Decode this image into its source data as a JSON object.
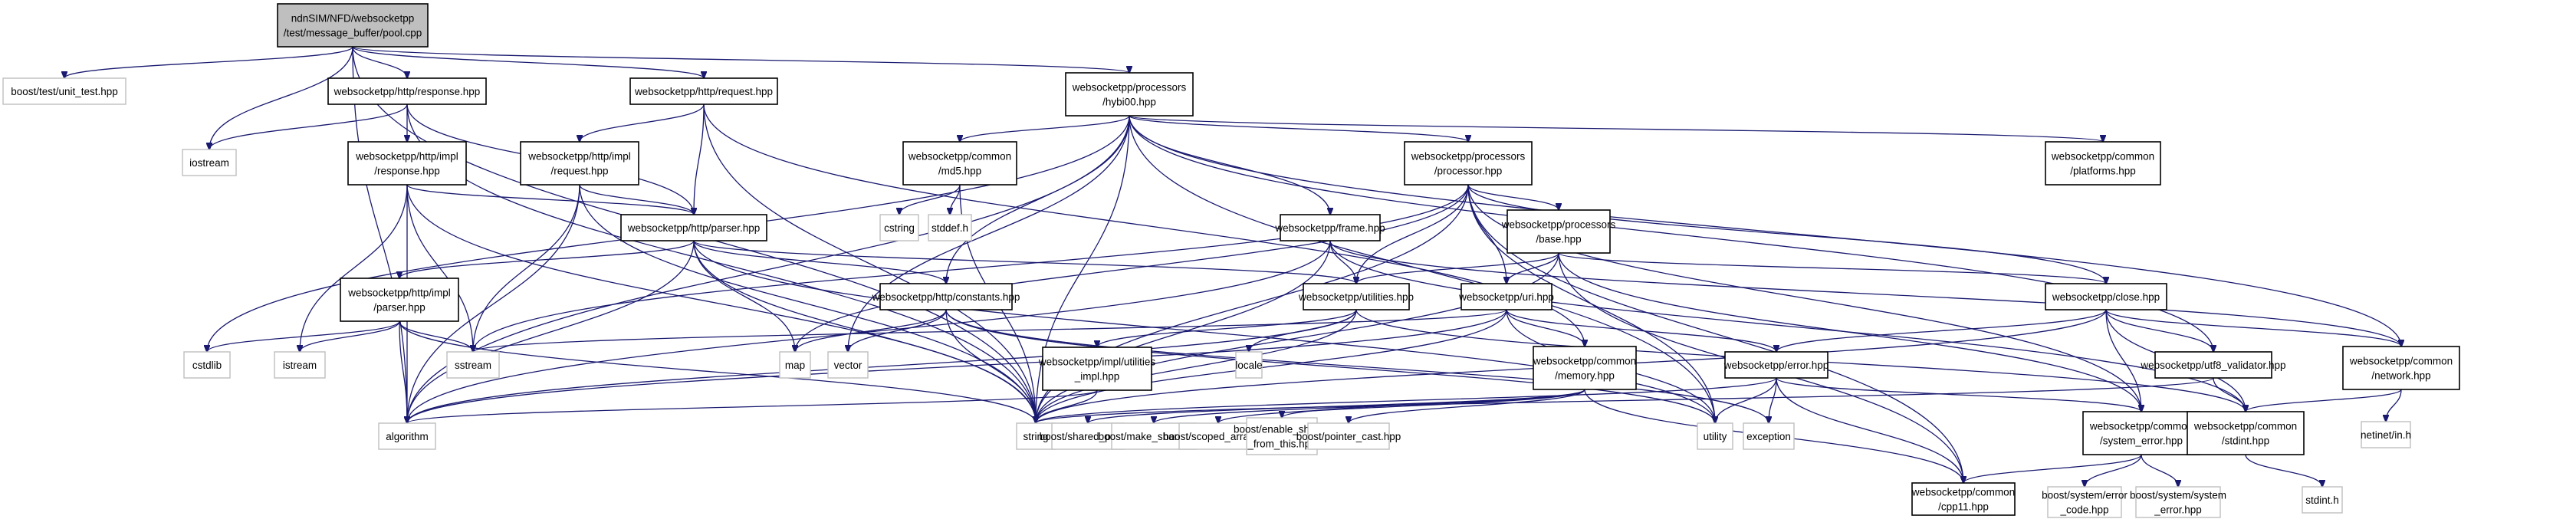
{
  "title": "ndnSIM/NFD/websocketpp/test/message_buffer/pool.cpp include dependency graph",
  "colors": {
    "edge": "#191970",
    "root_fill": "#bfbfbf",
    "node_border": "#000000",
    "external_border": "#bfbfbf"
  },
  "nodes": [
    {
      "id": "root",
      "lines": [
        "ndnSIM/NFD/websocketpp",
        "/test/message_buffer/pool.cpp"
      ],
      "kind": "root"
    },
    {
      "id": "unit_test",
      "lines": [
        "boost/test/unit_test.hpp"
      ],
      "kind": "ext"
    },
    {
      "id": "http_response",
      "lines": [
        "websocketpp/http/response.hpp"
      ],
      "kind": "int"
    },
    {
      "id": "http_request",
      "lines": [
        "websocketpp/http/request.hpp"
      ],
      "kind": "int"
    },
    {
      "id": "hybi00",
      "lines": [
        "websocketpp/processors",
        "/hybi00.hpp"
      ],
      "kind": "int"
    },
    {
      "id": "iostream",
      "lines": [
        "iostream"
      ],
      "kind": "ext"
    },
    {
      "id": "impl_response",
      "lines": [
        "websocketpp/http/impl",
        "/response.hpp"
      ],
      "kind": "int"
    },
    {
      "id": "impl_request",
      "lines": [
        "websocketpp/http/impl",
        "/request.hpp"
      ],
      "kind": "int"
    },
    {
      "id": "md5",
      "lines": [
        "websocketpp/common",
        "/md5.hpp"
      ],
      "kind": "int"
    },
    {
      "id": "processor",
      "lines": [
        "websocketpp/processors",
        "/processor.hpp"
      ],
      "kind": "int"
    },
    {
      "id": "platforms",
      "lines": [
        "websocketpp/common",
        "/platforms.hpp"
      ],
      "kind": "int"
    },
    {
      "id": "cstring",
      "lines": [
        "cstring"
      ],
      "kind": "ext"
    },
    {
      "id": "stddef",
      "lines": [
        "stddef.h"
      ],
      "kind": "ext"
    },
    {
      "id": "http_parser",
      "lines": [
        "websocketpp/http/parser.hpp"
      ],
      "kind": "int"
    },
    {
      "id": "frame",
      "lines": [
        "websocketpp/frame.hpp"
      ],
      "kind": "int"
    },
    {
      "id": "base",
      "lines": [
        "websocketpp/processors",
        "/base.hpp"
      ],
      "kind": "int"
    },
    {
      "id": "impl_parser",
      "lines": [
        "websocketpp/http/impl",
        "/parser.hpp"
      ],
      "kind": "int"
    },
    {
      "id": "http_constants",
      "lines": [
        "websocketpp/http/constants.hpp"
      ],
      "kind": "int"
    },
    {
      "id": "utilities",
      "lines": [
        "websocketpp/utilities.hpp"
      ],
      "kind": "int"
    },
    {
      "id": "uri",
      "lines": [
        "websocketpp/uri.hpp"
      ],
      "kind": "int"
    },
    {
      "id": "close",
      "lines": [
        "websocketpp/close.hpp"
      ],
      "kind": "int"
    },
    {
      "id": "cstdlib",
      "lines": [
        "cstdlib"
      ],
      "kind": "ext"
    },
    {
      "id": "istream",
      "lines": [
        "istream"
      ],
      "kind": "ext"
    },
    {
      "id": "sstream",
      "lines": [
        "sstream"
      ],
      "kind": "ext"
    },
    {
      "id": "map",
      "lines": [
        "map"
      ],
      "kind": "ext"
    },
    {
      "id": "vector",
      "lines": [
        "vector"
      ],
      "kind": "ext"
    },
    {
      "id": "utilities_impl",
      "lines": [
        "websocketpp/impl/utilities",
        "_impl.hpp"
      ],
      "kind": "int"
    },
    {
      "id": "locale",
      "lines": [
        "locale"
      ],
      "kind": "ext"
    },
    {
      "id": "memory",
      "lines": [
        "websocketpp/common",
        "/memory.hpp"
      ],
      "kind": "int"
    },
    {
      "id": "error",
      "lines": [
        "websocketpp/error.hpp"
      ],
      "kind": "int"
    },
    {
      "id": "utf8_validator",
      "lines": [
        "websocketpp/utf8_validator.hpp"
      ],
      "kind": "int"
    },
    {
      "id": "network",
      "lines": [
        "websocketpp/common",
        "/network.hpp"
      ],
      "kind": "int"
    },
    {
      "id": "algorithm",
      "lines": [
        "algorithm"
      ],
      "kind": "ext"
    },
    {
      "id": "string",
      "lines": [
        "string"
      ],
      "kind": "ext"
    },
    {
      "id": "shared_ptr",
      "lines": [
        "boost/shared_ptr.hpp"
      ],
      "kind": "ext"
    },
    {
      "id": "make_shared",
      "lines": [
        "boost/make_shared.hpp"
      ],
      "kind": "ext"
    },
    {
      "id": "scoped_array",
      "lines": [
        "boost/scoped_array.hpp"
      ],
      "kind": "ext"
    },
    {
      "id": "enable_shared",
      "lines": [
        "boost/enable_shared",
        "_from_this.hpp"
      ],
      "kind": "ext"
    },
    {
      "id": "pointer_cast",
      "lines": [
        "boost/pointer_cast.hpp"
      ],
      "kind": "ext"
    },
    {
      "id": "utility",
      "lines": [
        "utility"
      ],
      "kind": "ext"
    },
    {
      "id": "exception",
      "lines": [
        "exception"
      ],
      "kind": "ext"
    },
    {
      "id": "system_error",
      "lines": [
        "websocketpp/common",
        "/system_error.hpp"
      ],
      "kind": "int"
    },
    {
      "id": "stdint_hpp",
      "lines": [
        "websocketpp/common",
        "/stdint.hpp"
      ],
      "kind": "int"
    },
    {
      "id": "netinet",
      "lines": [
        "netinet/in.h"
      ],
      "kind": "ext"
    },
    {
      "id": "cpp11",
      "lines": [
        "websocketpp/common",
        "/cpp11.hpp"
      ],
      "kind": "int"
    },
    {
      "id": "error_code",
      "lines": [
        "boost/system/error",
        "_code.hpp"
      ],
      "kind": "ext"
    },
    {
      "id": "system_error_boost",
      "lines": [
        "boost/system/system",
        "_error.hpp"
      ],
      "kind": "ext"
    },
    {
      "id": "stdint_h",
      "lines": [
        "stdint.h"
      ],
      "kind": "ext"
    }
  ],
  "edges": [
    [
      "root",
      "unit_test"
    ],
    [
      "root",
      "http_response"
    ],
    [
      "root",
      "http_request"
    ],
    [
      "root",
      "hybi00"
    ],
    [
      "root",
      "iostream"
    ],
    [
      "root",
      "string"
    ],
    [
      "root",
      "algorithm"
    ],
    [
      "http_response",
      "iostream"
    ],
    [
      "http_response",
      "impl_response"
    ],
    [
      "http_response",
      "http_parser"
    ],
    [
      "http_response",
      "string"
    ],
    [
      "http_request",
      "impl_request"
    ],
    [
      "http_request",
      "http_parser"
    ],
    [
      "http_request",
      "string"
    ],
    [
      "http_request",
      "memory"
    ],
    [
      "hybi00",
      "md5"
    ],
    [
      "hybi00",
      "processor"
    ],
    [
      "hybi00",
      "platforms"
    ],
    [
      "hybi00",
      "frame"
    ],
    [
      "hybi00",
      "http_constants"
    ],
    [
      "hybi00",
      "string"
    ],
    [
      "hybi00",
      "vector"
    ],
    [
      "hybi00",
      "utf8_validator"
    ],
    [
      "hybi00",
      "network"
    ],
    [
      "hybi00",
      "algorithm"
    ],
    [
      "hybi00",
      "cstdlib"
    ],
    [
      "hybi00",
      "utility"
    ],
    [
      "impl_response",
      "http_parser"
    ],
    [
      "impl_response",
      "algorithm"
    ],
    [
      "impl_response",
      "istream"
    ],
    [
      "impl_response",
      "sstream"
    ],
    [
      "impl_response",
      "string"
    ],
    [
      "impl_request",
      "http_parser"
    ],
    [
      "impl_request",
      "sstream"
    ],
    [
      "impl_request",
      "string"
    ],
    [
      "impl_request",
      "algorithm"
    ],
    [
      "md5",
      "cstring"
    ],
    [
      "md5",
      "stddef"
    ],
    [
      "md5",
      "string"
    ],
    [
      "processor",
      "base"
    ],
    [
      "processor",
      "uri"
    ],
    [
      "processor",
      "utilities"
    ],
    [
      "processor",
      "close"
    ],
    [
      "processor",
      "utility"
    ],
    [
      "processor",
      "sstream"
    ],
    [
      "processor",
      "string"
    ],
    [
      "processor",
      "map"
    ],
    [
      "processor",
      "system_error"
    ],
    [
      "processor",
      "cpp11"
    ],
    [
      "http_parser",
      "impl_parser"
    ],
    [
      "http_parser",
      "http_constants"
    ],
    [
      "http_parser",
      "utilities"
    ],
    [
      "http_parser",
      "map"
    ],
    [
      "http_parser",
      "string"
    ],
    [
      "http_parser",
      "algorithm"
    ],
    [
      "http_parser",
      "utility"
    ],
    [
      "frame",
      "utilities"
    ],
    [
      "frame",
      "string"
    ],
    [
      "frame",
      "algorithm"
    ],
    [
      "frame",
      "stdint_hpp"
    ],
    [
      "frame",
      "network"
    ],
    [
      "base",
      "utilities"
    ],
    [
      "base",
      "uri"
    ],
    [
      "base",
      "close"
    ],
    [
      "base",
      "string"
    ],
    [
      "base",
      "system_error"
    ],
    [
      "base",
      "cpp11"
    ],
    [
      "impl_parser",
      "cstdlib"
    ],
    [
      "impl_parser",
      "istream"
    ],
    [
      "impl_parser",
      "sstream"
    ],
    [
      "impl_parser",
      "algorithm"
    ],
    [
      "impl_parser",
      "string"
    ],
    [
      "http_constants",
      "map"
    ],
    [
      "http_constants",
      "vector"
    ],
    [
      "http_constants",
      "string"
    ],
    [
      "http_constants",
      "utility"
    ],
    [
      "http_constants",
      "exception"
    ],
    [
      "utilities",
      "utilities_impl"
    ],
    [
      "utilities",
      "locale"
    ],
    [
      "utilities",
      "string"
    ],
    [
      "utilities",
      "algorithm"
    ],
    [
      "utilities",
      "stdint_hpp"
    ],
    [
      "uri",
      "memory"
    ],
    [
      "uri",
      "error"
    ],
    [
      "uri",
      "sstream"
    ],
    [
      "uri",
      "string"
    ],
    [
      "uri",
      "algorithm"
    ],
    [
      "uri",
      "utility"
    ],
    [
      "close",
      "error"
    ],
    [
      "close",
      "utf8_validator"
    ],
    [
      "close",
      "network"
    ],
    [
      "close",
      "stdint_hpp"
    ],
    [
      "close",
      "system_error"
    ],
    [
      "close",
      "string"
    ],
    [
      "utilities_impl",
      "string"
    ],
    [
      "utilities_impl",
      "algorithm"
    ],
    [
      "memory",
      "shared_ptr"
    ],
    [
      "memory",
      "make_shared"
    ],
    [
      "memory",
      "scoped_array"
    ],
    [
      "memory",
      "enable_shared"
    ],
    [
      "memory",
      "pointer_cast"
    ],
    [
      "memory",
      "cpp11"
    ],
    [
      "error",
      "utility"
    ],
    [
      "error",
      "exception"
    ],
    [
      "error",
      "cpp11"
    ],
    [
      "error",
      "system_error"
    ],
    [
      "error",
      "string"
    ],
    [
      "utf8_validator",
      "stdint_hpp"
    ],
    [
      "utf8_validator",
      "string"
    ],
    [
      "network",
      "stdint_hpp"
    ],
    [
      "network",
      "netinet"
    ],
    [
      "system_error",
      "cpp11"
    ],
    [
      "system_error",
      "error_code"
    ],
    [
      "system_error",
      "system_error_boost"
    ],
    [
      "stdint_hpp",
      "stdint_h"
    ]
  ]
}
